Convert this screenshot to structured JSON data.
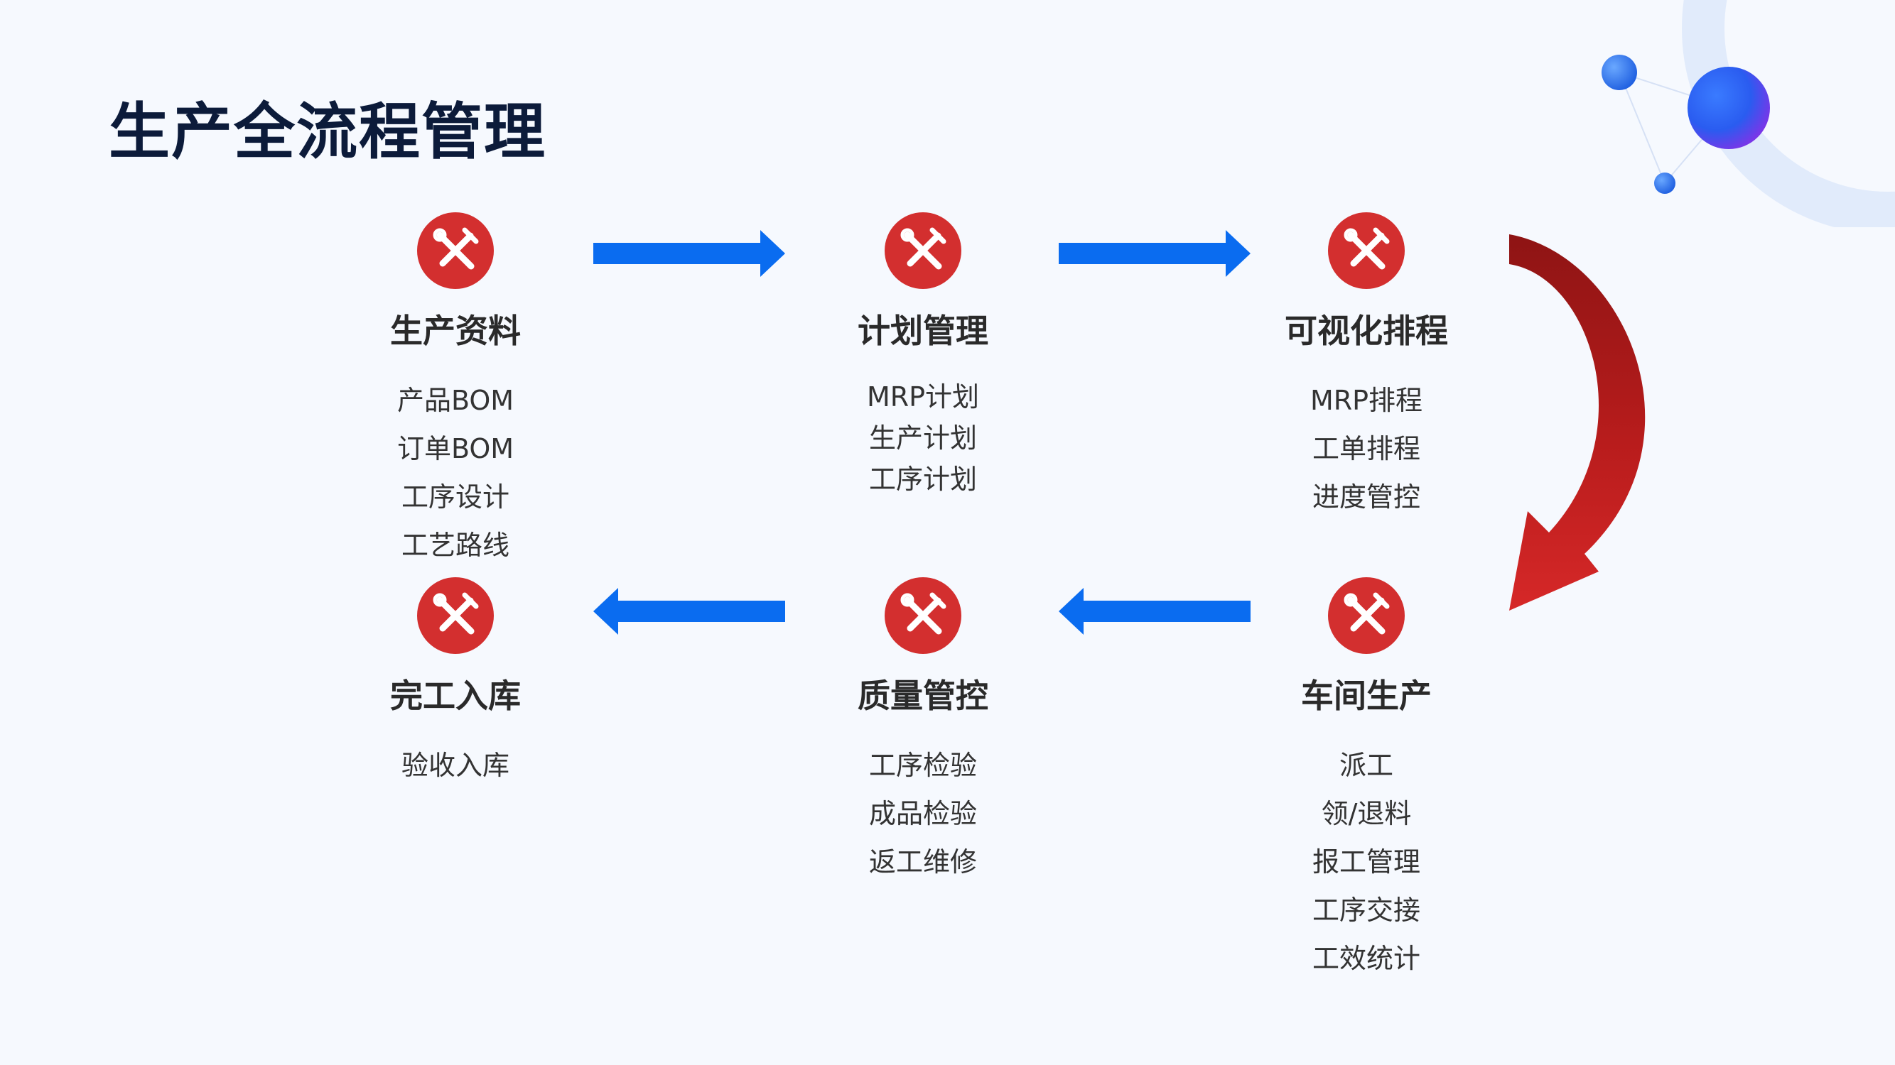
{
  "title": "生产全流程管理",
  "colors": {
    "arrow_blue": "#0a6cf0",
    "icon_red": "#d32f2f",
    "curve_red": "#c81e1e"
  },
  "icon_name": "tools-icon",
  "nodes": [
    {
      "title": "生产资料",
      "items": [
        "产品BOM",
        "订单BOM",
        "工序设计",
        "工艺路线"
      ]
    },
    {
      "title": "计划管理",
      "items": [
        "MRP计划",
        "生产计划",
        "工序计划"
      ]
    },
    {
      "title": "可视化排程",
      "items": [
        "MRP排程",
        "工单排程",
        "进度管控"
      ]
    },
    {
      "title": "完工入库",
      "items": [
        "验收入库"
      ]
    },
    {
      "title": "质量管控",
      "items": [
        "工序检验",
        "成品检验",
        "返工维修"
      ]
    },
    {
      "title": "车间生产",
      "items": [
        "派工",
        "领/退料",
        "报工管理",
        "工序交接",
        "工效统计"
      ]
    }
  ]
}
